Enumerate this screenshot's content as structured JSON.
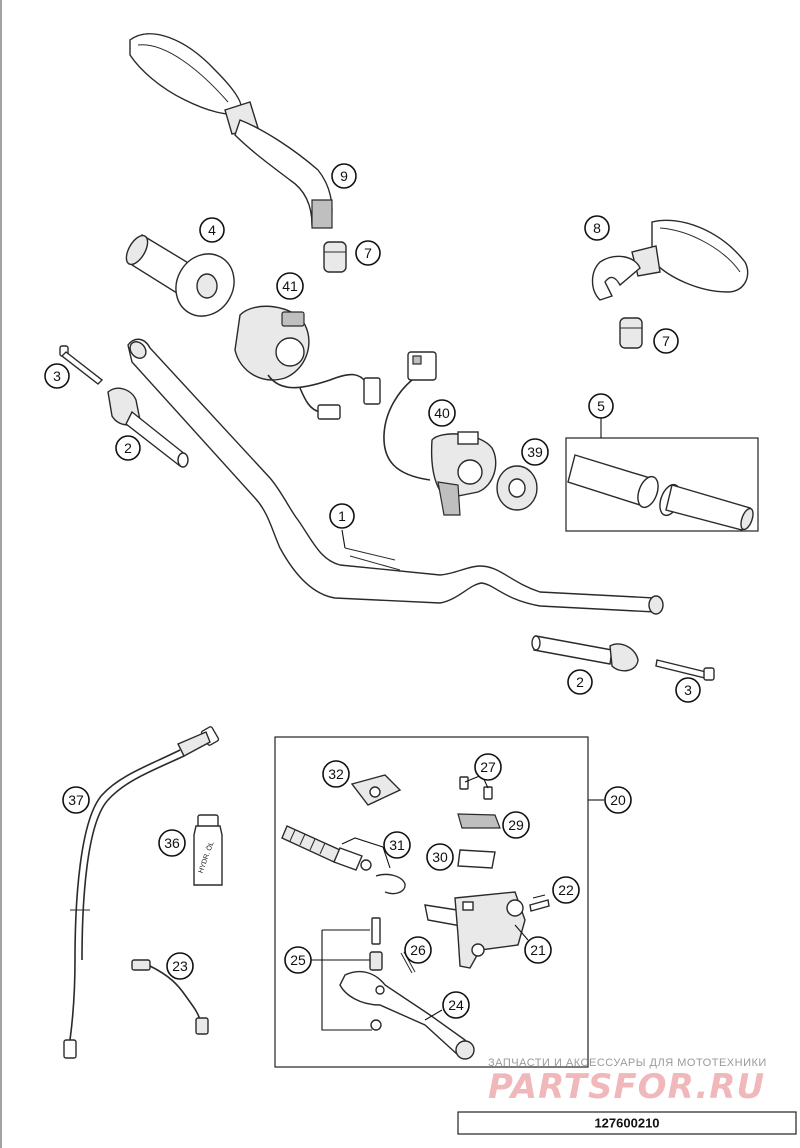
{
  "callouts": [
    {
      "id": "c1",
      "label": "1"
    },
    {
      "id": "c2a",
      "label": "2"
    },
    {
      "id": "c2b",
      "label": "2"
    },
    {
      "id": "c3a",
      "label": "3"
    },
    {
      "id": "c3b",
      "label": "3"
    },
    {
      "id": "c4",
      "label": "4"
    },
    {
      "id": "c5",
      "label": "5"
    },
    {
      "id": "c7a",
      "label": "7"
    },
    {
      "id": "c7b",
      "label": "7"
    },
    {
      "id": "c8",
      "label": "8"
    },
    {
      "id": "c9",
      "label": "9"
    },
    {
      "id": "c20",
      "label": "20"
    },
    {
      "id": "c21",
      "label": "21"
    },
    {
      "id": "c22",
      "label": "22"
    },
    {
      "id": "c23",
      "label": "23"
    },
    {
      "id": "c24",
      "label": "24"
    },
    {
      "id": "c25",
      "label": "25"
    },
    {
      "id": "c26",
      "label": "26"
    },
    {
      "id": "c27",
      "label": "27"
    },
    {
      "id": "c29",
      "label": "29"
    },
    {
      "id": "c30",
      "label": "30"
    },
    {
      "id": "c31",
      "label": "31"
    },
    {
      "id": "c32",
      "label": "32"
    },
    {
      "id": "c36",
      "label": "36"
    },
    {
      "id": "c37",
      "label": "37"
    },
    {
      "id": "c39",
      "label": "39"
    },
    {
      "id": "c40",
      "label": "40"
    },
    {
      "id": "c41",
      "label": "41"
    }
  ],
  "oil_bottle_label": "HYDR. ÖL",
  "watermark": {
    "tagline": "ЗАПЧАСТИ И АКСЕССУАРЫ ДЛЯ МОТОТЕХНИКИ",
    "logo": "PARTSFOR.RU"
  },
  "drawing_number": "127600210",
  "colors": {
    "line": "#2a2a2a",
    "watermark_logo": "#f0b8bb",
    "watermark_text": "#9a9a9a"
  }
}
